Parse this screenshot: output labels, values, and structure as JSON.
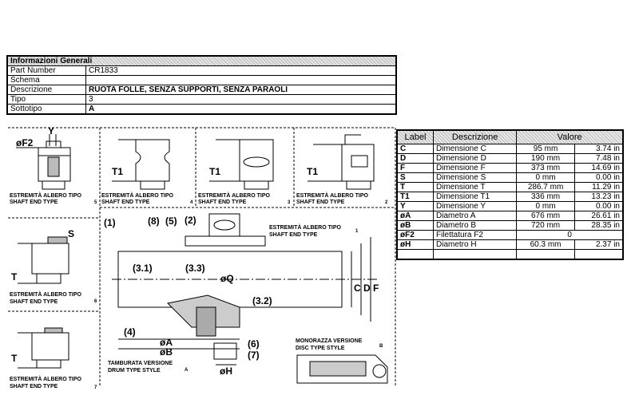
{
  "general": {
    "title": "Informazioni Generali",
    "rows": [
      {
        "key": "Part Number",
        "value": "CR1833",
        "bold": false
      },
      {
        "key": "Schema",
        "value": "",
        "bold": false
      },
      {
        "key": "Descrizione",
        "value": "RUOTA FOLLE, SENZA SUPPORTI, SENZA PARAOLI",
        "bold": true
      },
      {
        "key": "Tipo",
        "value": "3",
        "bold": false
      },
      {
        "key": "Sottotipo",
        "value": "A",
        "bold": true
      }
    ]
  },
  "dimensions": {
    "headers": {
      "label": "Label",
      "desc": "Descrizione",
      "value": "Valore"
    },
    "rows": [
      {
        "label": "C",
        "desc": "Dimensione C",
        "mm": "95 mm",
        "in": "3.74 in"
      },
      {
        "label": "D",
        "desc": "Dimensione D",
        "mm": "190 mm",
        "in": "7.48 in"
      },
      {
        "label": "F",
        "desc": "Dimensione F",
        "mm": "373 mm",
        "in": "14.69 in"
      },
      {
        "label": "S",
        "desc": "Dimensione S",
        "mm": "0 mm",
        "in": "0.00 in"
      },
      {
        "label": "T",
        "desc": "Dimensione T",
        "mm": "286.7 mm",
        "in": "11.29 in"
      },
      {
        "label": "T1",
        "desc": "Dimensione T1",
        "mm": "336 mm",
        "in": "13.23 in"
      },
      {
        "label": "Y",
        "desc": "Dimensione Y",
        "mm": "0 mm",
        "in": "0.00 in"
      },
      {
        "label": "øA",
        "desc": "Diametro A",
        "mm": "676 mm",
        "in": "26.61 in"
      },
      {
        "label": "øB",
        "desc": "Diametro B",
        "mm": "720 mm",
        "in": "28.35 in"
      },
      {
        "label": "øF2",
        "desc": "Filettatura F2",
        "merged": "0"
      },
      {
        "label": "øH",
        "desc": "Diametro H",
        "mm": "60.3 mm",
        "in": "2.37 in"
      },
      {
        "label": "",
        "desc": "",
        "mm": "",
        "in": ""
      }
    ]
  },
  "drawing": {
    "shaft_types": {
      "t1": {
        "it": "ESTREMITÀ ALBERO TIPO",
        "en": "SHAFT END TYPE",
        "num": "1"
      },
      "t2": {
        "it": "ESTREMITÀ ALBERO TIPO",
        "en": "SHAFT END TYPE",
        "num": "2"
      },
      "t3": {
        "it": "ESTREMITÀ ALBERO TIPO",
        "en": "SHAFT END TYPE",
        "num": "3"
      },
      "t4": {
        "it": "ESTREMITÀ ALBERO TIPO",
        "en": "SHAFT END TYPE",
        "num": "4"
      },
      "t5": {
        "it": "ESTREMITÀ ALBERO TIPO",
        "en": "SHAFT END TYPE",
        "num": "5"
      },
      "t6": {
        "it": "ESTREMITÀ ALBERO TIPO",
        "en": "SHAFT END TYPE",
        "num": "6"
      },
      "t7": {
        "it": "ESTREMITÀ ALBERO TIPO",
        "en": "SHAFT END TYPE",
        "num": "7"
      }
    },
    "drum": {
      "it": "TAMBURATA VERSIONE",
      "en": "DRUM TYPE STYLE",
      "tag": "A"
    },
    "disc": {
      "it": "MONORAZZA VERSIONE",
      "en": "DISC TYPE STYLE",
      "tag": "B"
    },
    "labels": {
      "f2": "øF2",
      "y": "Y",
      "s": "S",
      "t": "T",
      "t1": "T1",
      "p1": "(1)",
      "p2": "(2)",
      "p5": "(5)",
      "p8": "(8)",
      "p31": "(3.1)",
      "p32": "(3.2)",
      "p33": "(3.3)",
      "p4": "(4)",
      "p6": "(6)",
      "p7": "(7)",
      "q": "øQ",
      "a": "øA",
      "b": "øB",
      "h": "øH",
      "c": "C",
      "d": "D",
      "f": "F"
    }
  }
}
